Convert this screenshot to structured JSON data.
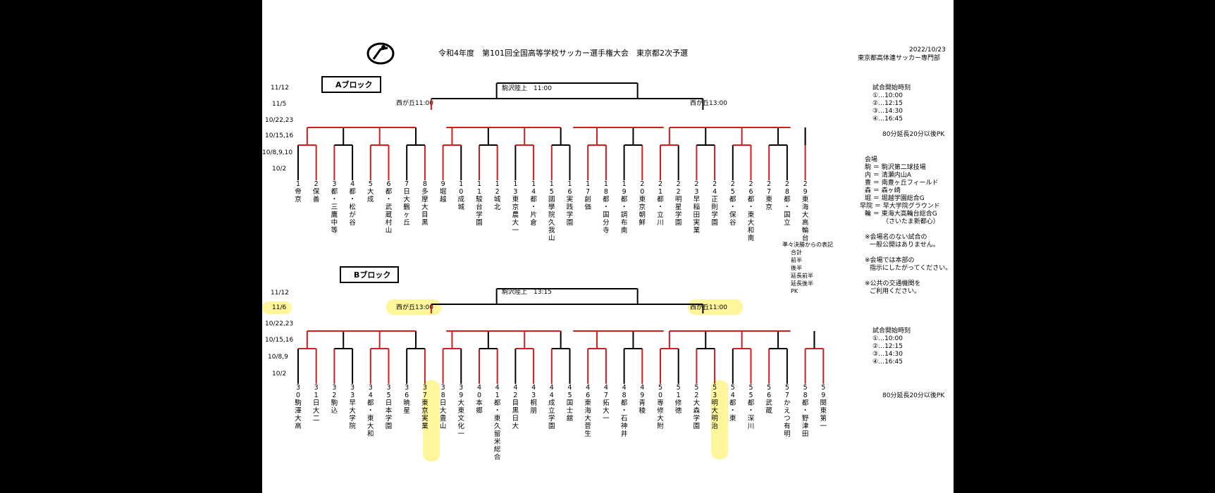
{
  "header": {
    "title": "令和4年度　第101回全国高等学校サッカー選手権大会　東京都2次予選",
    "date": "2022/10/23",
    "org": "東京都高体連サッカー専門部"
  },
  "blockA": {
    "label": "Aブロック",
    "dates": [
      "11/12",
      "11/5",
      "10/22,23",
      "10/15,16",
      "10/8,9,10",
      "10/2"
    ],
    "final_venue": "駒沢陸上　11:00",
    "semi_left": "西が丘11:00",
    "semi_right": "西が丘13:00",
    "teams": [
      "1\n帝\n京",
      "2\n保\n善",
      "3\n都\n・\n三\n鷹\n中\n等",
      "4\n都\n・\n松\nが\n谷",
      "5\n大\n成",
      "6\n都\n・\n武\n蔵\n村\n山",
      "7\n日\n大\n鶴\nヶ\n丘",
      "8\n多\n摩\n大\n目\n黒",
      "9\n堀\n越",
      "10\n成\n城",
      "11\n駿\n台\n学\n園",
      "12\n城\n北",
      "13\n東\n京\n農\n大\n一",
      "14\n都\n・\n片\n倉",
      "15\n國\n學\n院\n久\n我\n山",
      "16\n実\n践\n学\n園",
      "17\n創\n価",
      "18\n都\n・\n国\n分\n寺",
      "19\n都\n・\n調\n布\n南",
      "20\n東\n京\n朝\n鮮",
      "21\n都\n・\n立\n川",
      "22\n明\n星\n学\n園",
      "23\n早\n稲\n田\n実\n業",
      "24\n正\n則\n学\n園",
      "25\n都\n・\n保\n谷",
      "26\n都\n・\n東\n大\n和\n南",
      "27\n東\n京",
      "28\n都\n・\n国\n立",
      "29\n東\n海\n大\n高\n輪\n台"
    ]
  },
  "blockB": {
    "label": "Bブロック",
    "dates": [
      "11/12",
      "11/6",
      "10/22,23",
      "10/15,16",
      "10/8,9",
      "10/2"
    ],
    "final_venue": "駒沢陸上　13:15",
    "semi_left": "西が丘13:00",
    "semi_right": "西が丘11:00",
    "teams": [
      "30\n駒\n澤\n大\n高",
      "31\n日\n大\n二",
      "32\n駒\n込",
      "33\n早\n大\n学\n院",
      "34\n都\n・\n東\n大\n和",
      "35\n日\n本\n学\n園",
      "36\n暁\n星",
      "37\n東\n京\n実\n業",
      "38\n日\n大\n豊\n山",
      "39\n大\n東\n文\n化\n一",
      "40\n本\n郷",
      "41\n都\n・\n東\n久\n留\n米\n総\n合",
      "42\n目\n黒\n日\n大",
      "43\n桐\n朋",
      "44\n成\n立\n学\n園",
      "45\n国\n士\n舘",
      "46\n東\n海\n大\n菅\n生",
      "47\n拓\n大\n一",
      "48\n都\n・\n石\n神\n井",
      "49\n青\n稜",
      "50\n専\n修\n大\n附",
      "51\n修\n徳",
      "52\n大\n森\n学\n園",
      "53\n明\n大\n明\n治",
      "54\n都\n・\n東",
      "55\n都\n・\n深\n川",
      "56\n武\n蔵",
      "57\nか\nえ\nつ\n有\n明",
      "58\n都\n・\n野\n津\n田",
      "59\n関\n東\n第\n一"
    ]
  },
  "info": {
    "start_title": "試合開始時刻",
    "times": [
      "①…10:00",
      "②…12:15",
      "③…14:30",
      "④…16:45"
    ],
    "extra": "80分延長20分以後PK",
    "venue_title": "会場",
    "venues": [
      "駒 ＝ 駒沢第二球技場",
      "内 ＝ 清瀬内山A",
      "豊 ＝ 南豊ヶ丘フィールド",
      "森 ＝ 森ヶ崎",
      "堀 ＝ 堀越学園総合G",
      "早院 ＝ 早大学院グラウンド",
      "輪 ＝ 東海大高輪台総合G",
      "（さいたま新都心）"
    ],
    "notes": [
      "※会場名のない試合の",
      "一般公開はありません。",
      "※会場では本部の",
      "指示にしたがってください。",
      "※公共の交通機関を",
      "ご利用ください。"
    ],
    "legend_title": "準々決勝からの表記",
    "legend": [
      "合計",
      "前半",
      "後半",
      "延長前半",
      "延長後半",
      "PK"
    ]
  },
  "colors": {
    "win": "#d61b1b",
    "line": "#000000",
    "highlight": "#fff58a"
  }
}
